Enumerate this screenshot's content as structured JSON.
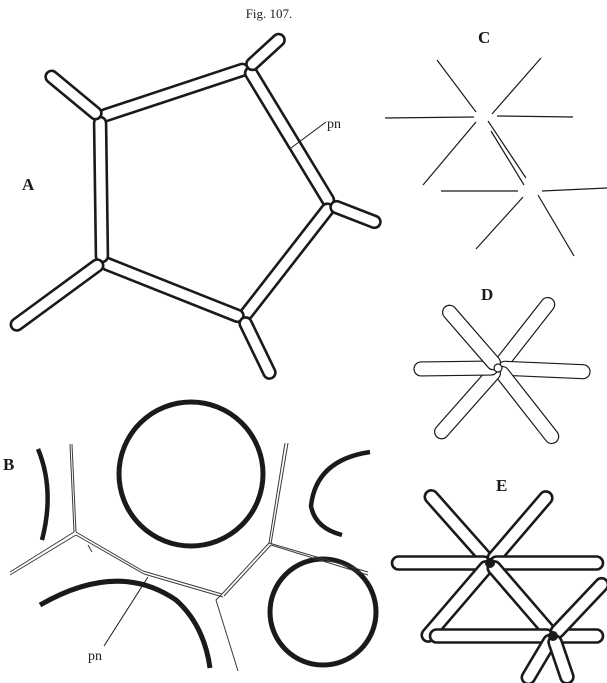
{
  "figure": {
    "caption": "Fig. 107.",
    "panels": [
      {
        "id": "A",
        "label": "A",
        "pointer": "pn"
      },
      {
        "id": "B",
        "label": "B",
        "pointer": "pn"
      },
      {
        "id": "C",
        "label": "C"
      },
      {
        "id": "D",
        "label": "D"
      },
      {
        "id": "E",
        "label": "E"
      }
    ]
  },
  "colors": {
    "ink": "#1a1a1a",
    "paper": "#ffffff"
  }
}
